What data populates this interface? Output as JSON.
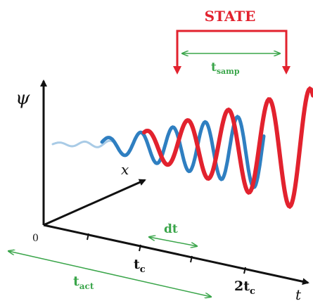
{
  "colors": {
    "state": "#e2222e",
    "wave_blue": "#2f7fc1",
    "wave_blue_faded": "#a9cbe6",
    "timing": "#3aa54a",
    "axis": "#111111"
  },
  "labels": {
    "state": "STATE",
    "psi": "ψ",
    "x": "x",
    "t": "t",
    "origin": "0",
    "tc_main": "t",
    "tc_sub": "c",
    "two_tc_main": "2t",
    "two_tc_sub": "c",
    "dt": "dt",
    "t_samp_main": "t",
    "t_samp_sub": "samp",
    "t_act_main": "t",
    "t_act_sub": "act"
  }
}
